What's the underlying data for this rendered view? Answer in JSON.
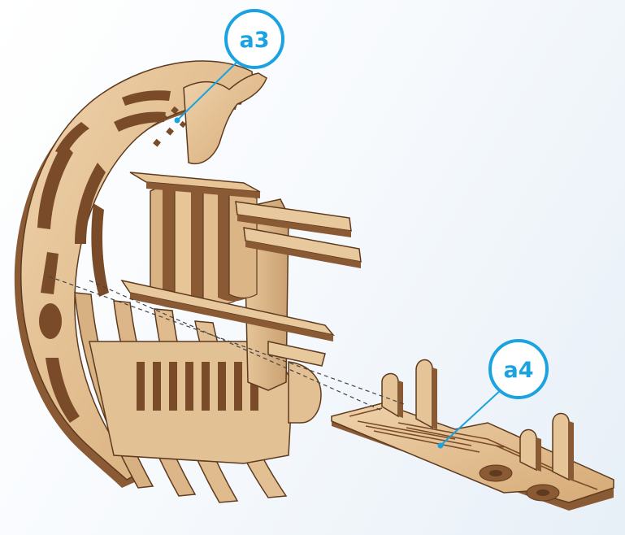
{
  "colors": {
    "accent": "#1aa3e0",
    "wood_light": "#e6c59a",
    "wood_mid": "#d7ae7b",
    "wood_dark": "#8a5a34",
    "wood_edge": "#5e3a1e",
    "background": "#f3f7fb"
  },
  "callouts": [
    {
      "label": "a3",
      "target": "left-frame-assembly"
    },
    {
      "label": "a4",
      "target": "base-plate"
    }
  ]
}
